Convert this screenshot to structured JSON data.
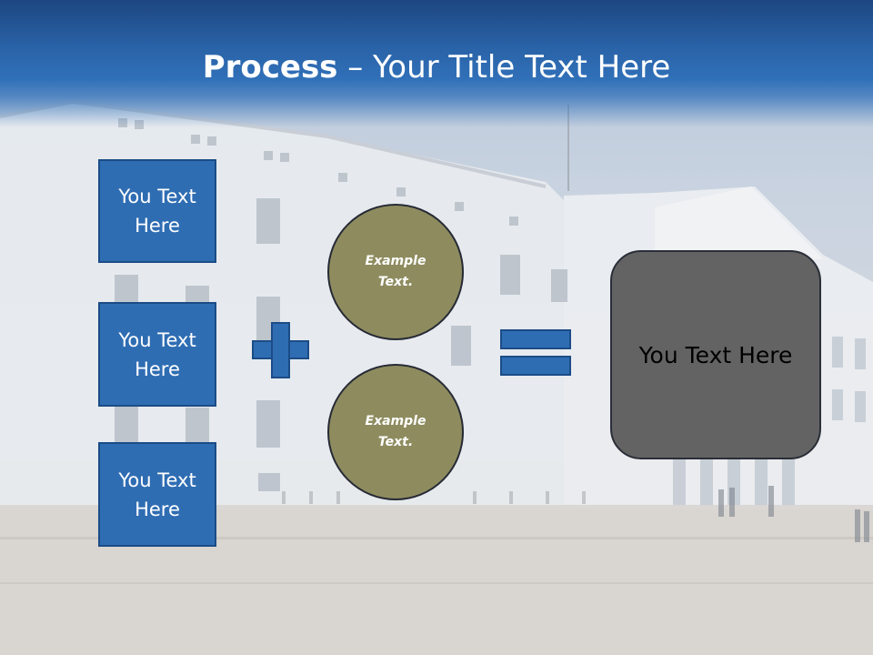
{
  "slide": {
    "title_bold": "Process",
    "title_rest": " – Your Title Text Here",
    "boxes": [
      {
        "label": "You Text Here"
      },
      {
        "label": "You Text Here"
      },
      {
        "label": "You Text Here"
      }
    ],
    "circles": [
      {
        "label": "Example Text."
      },
      {
        "label": "Example Text."
      }
    ],
    "result_label": "You Text Here",
    "colors": {
      "title_band": "#2a63a8",
      "box_fill": "#2f6db3",
      "circle_fill": "#8e8c5f",
      "result_fill": "#636363"
    }
  }
}
